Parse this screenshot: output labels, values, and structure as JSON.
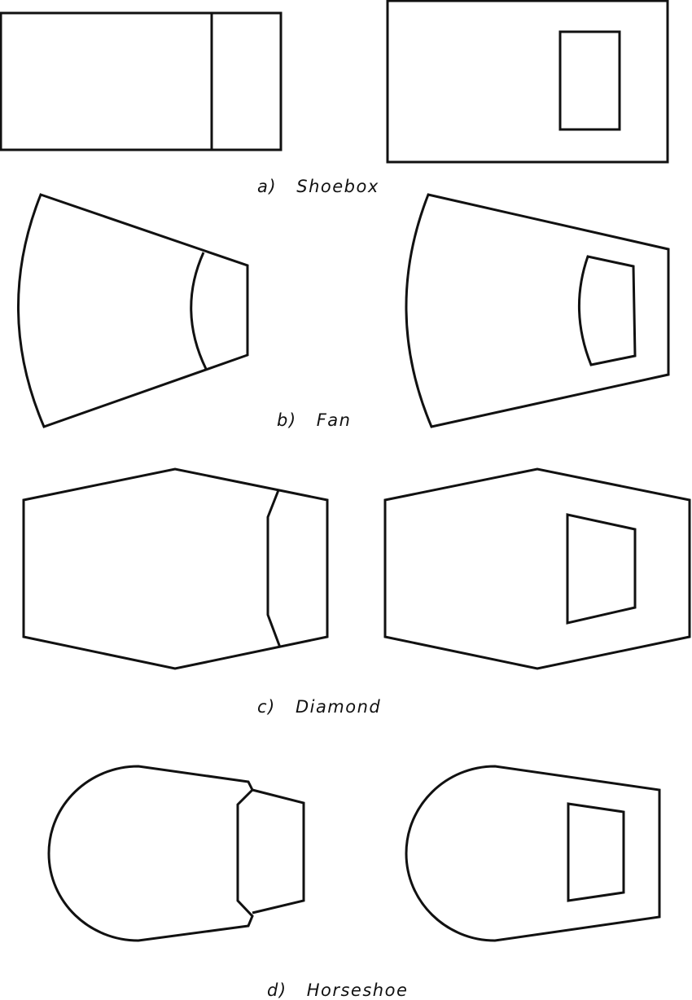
{
  "diagram": {
    "panels": [
      {
        "id": "a",
        "label": "a)",
        "name": "Shoebox"
      },
      {
        "id": "b",
        "label": "b)",
        "name": "Fan"
      },
      {
        "id": "c",
        "label": "c)",
        "name": "Diamond"
      },
      {
        "id": "d",
        "label": "d)",
        "name": "Horseshoe"
      }
    ]
  }
}
